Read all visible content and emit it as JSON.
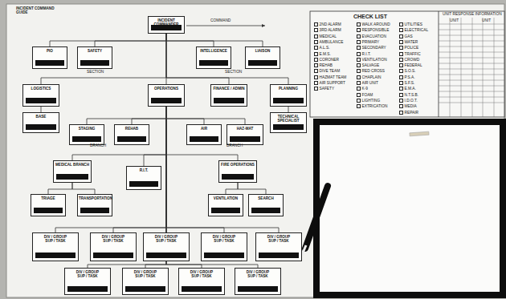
{
  "diagram": {
    "title": "INCIDENT COMMAND GUIDE",
    "nodes": [
      {
        "text": [
          "INCIDENT COMMANDER"
        ]
      },
      {
        "text": [
          "PIO"
        ]
      },
      {
        "text": [
          "SAFETY"
        ]
      },
      {
        "text": [
          "INTELLIGENCE"
        ]
      },
      {
        "text": [
          "LIAISON"
        ]
      },
      {
        "text": [
          "LOGISTICS"
        ]
      },
      {
        "text": [
          "OPERATIONS"
        ]
      },
      {
        "text": [
          "FINANCE / ADMIN"
        ]
      },
      {
        "text": [
          "PLANNING"
        ]
      },
      {
        "text": [
          "BASE"
        ]
      },
      {
        "text": [
          "TECHNICAL SPECIALIST"
        ]
      },
      {
        "text": [
          "STAGING"
        ]
      },
      {
        "text": [
          "REHAB"
        ]
      },
      {
        "text": [
          "AIR"
        ]
      },
      {
        "text": [
          "HAZ-MAT"
        ]
      },
      {
        "text": [
          "MEDICAL BRANCH"
        ]
      },
      {
        "text": [
          "R.I.T."
        ]
      },
      {
        "text": [
          "FIRE OPERATIONS"
        ]
      },
      {
        "text": [
          "TRIAGE"
        ]
      },
      {
        "text": [
          "TRANSPORTATION"
        ]
      },
      {
        "text": [
          "VENTILATION"
        ]
      },
      {
        "text": [
          "SEARCH"
        ]
      },
      {
        "text": [
          "DIV / GROUP",
          "SUP / TASK"
        ]
      },
      {
        "text": [
          "DIV / GROUP",
          "SUP / TASK"
        ]
      },
      {
        "text": [
          "DIV / GROUP",
          "SUP / TASK"
        ]
      },
      {
        "text": [
          "DIV / GROUP",
          "SUP / TASK"
        ]
      },
      {
        "text": [
          "DIV / GROUP",
          "SUP / TASK"
        ]
      },
      {
        "text": [
          "DIV / GROUP",
          "SUP / TASK"
        ]
      },
      {
        "text": [
          "DIV / GROUP",
          "SUP / TASK"
        ]
      },
      {
        "text": [
          "DIV / GROUP",
          "SUP / TASK"
        ]
      },
      {
        "text": [
          "DIV / GROUP",
          "SUP / TASK"
        ]
      }
    ],
    "edges": [
      {
        "from": 0,
        "to": 1,
        "arrow": "none"
      },
      {
        "from": 0,
        "to": 2,
        "arrow": "none"
      },
      {
        "from": 0,
        "to": 3,
        "arrow": "none"
      },
      {
        "from": 0,
        "to": 4,
        "arrow": "none"
      },
      {
        "from": 0,
        "to": 5,
        "arrow": "none"
      },
      {
        "from": 0,
        "to": 6,
        "arrow": "none"
      },
      {
        "from": 0,
        "to": 7,
        "arrow": "none"
      },
      {
        "from": 0,
        "to": 8,
        "arrow": "none"
      },
      {
        "from": 5,
        "to": 9,
        "arrow": "none"
      },
      {
        "from": 8,
        "to": 10,
        "arrow": "none"
      },
      {
        "from": 6,
        "to": 11,
        "arrow": "none"
      },
      {
        "from": 6,
        "to": 12,
        "arrow": "none"
      },
      {
        "from": 6,
        "to": 13,
        "arrow": "none"
      },
      {
        "from": 6,
        "to": 14,
        "arrow": "none"
      },
      {
        "from": 6,
        "to": 15,
        "arrow": "none"
      },
      {
        "from": 6,
        "to": 16,
        "arrow": "none"
      },
      {
        "from": 6,
        "to": 17,
        "arrow": "none"
      },
      {
        "from": 15,
        "to": 18,
        "arrow": "none"
      },
      {
        "from": 15,
        "to": 19,
        "arrow": "none"
      },
      {
        "from": 17,
        "to": 20,
        "arrow": "none"
      },
      {
        "from": 17,
        "to": 21,
        "arrow": "none"
      },
      {
        "from": 6,
        "to": 22,
        "arrow": "none"
      },
      {
        "from": 6,
        "to": 23,
        "arrow": "none"
      },
      {
        "from": 6,
        "to": 24,
        "arrow": "none"
      },
      {
        "from": 6,
        "to": 25,
        "arrow": "none"
      },
      {
        "from": 6,
        "to": 26,
        "arrow": "none"
      },
      {
        "from": 6,
        "to": 27,
        "arrow": "none"
      },
      {
        "from": 6,
        "to": 28,
        "arrow": "none"
      },
      {
        "from": 6,
        "to": 29,
        "arrow": "none"
      },
      {
        "from": 6,
        "to": 30,
        "arrow": "none"
      }
    ],
    "labels": [
      "COMMAND",
      "SECTION",
      "SECTION",
      "BRANCH",
      "BRANCH",
      "CHECK LIST",
      "UNIT RESPONSE INFORMATION",
      "UNIT",
      "UNIT",
      "2ND ALARM",
      "3RD ALARM",
      "MEDICAL",
      "AMBULANCE",
      "A.L.S.",
      "E.M.S.",
      "CORONER",
      "REHAB",
      "DIVE TEAM",
      "HAZMAT TEAM",
      "AIR SUPPORT",
      "SAFETY",
      "WALK AROUND",
      "RESPONSIBLE",
      "EVACUATION",
      "PRIMARY",
      "SECONDARY",
      "R.I.T.",
      "VENTILATION",
      "SALVAGE",
      "RED CROSS",
      "CHAPLAIN",
      "AIR UNIT",
      "K-9",
      "FOAM",
      "LIGHTING",
      "EXTRICATION",
      "UTILITIES",
      "ELECTRICAL",
      "GAS",
      "WATER",
      "POLICE",
      "TRAFFIC",
      "CROWD",
      "FEDERAL",
      "S.O.S.",
      "P.S.A.",
      "S.F.S.",
      "E.M.A.",
      "N.T.S.B.",
      "I.D.O.T.",
      "MEDIA",
      "REPAIR"
    ]
  }
}
